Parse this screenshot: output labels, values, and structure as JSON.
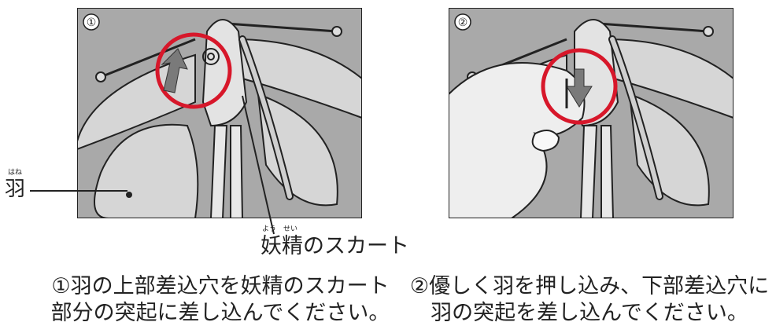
{
  "panels": [
    {
      "number": "①"
    },
    {
      "number": "②"
    }
  ],
  "labels": {
    "wing": "羽",
    "wing_ruby": "はね",
    "skirt": "妖精のスカート",
    "skirt_ruby_1": "よう",
    "skirt_ruby_2": "せい"
  },
  "captions": {
    "step1": {
      "line1": "①羽の上部差込穴を妖精のスカート",
      "line2": "部分の突起に差し込んでください。"
    },
    "step2": {
      "line1": "②優しく羽を押し込み、下部差込穴に",
      "line2": "羽の突起を差し込んでください。"
    }
  },
  "colors": {
    "panel_bg": "#a9a9a9",
    "wing_fill": "#d6d6d6",
    "highlight_circle": "#d7172a",
    "arrow": "#7a7a7a"
  }
}
